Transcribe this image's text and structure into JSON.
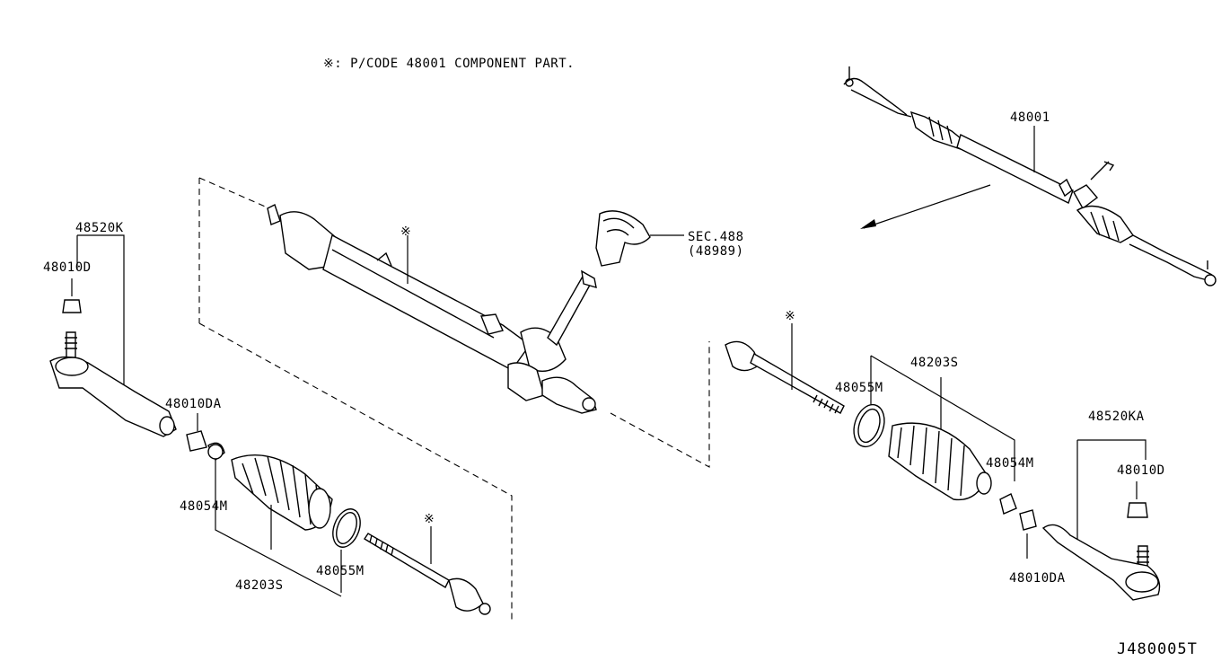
{
  "note": "※: P/CODE 48001 COMPONENT PART.",
  "diagram_code": "J480005T",
  "marker": "※",
  "labels": {
    "assembly": "48001",
    "sec": "SEC.488",
    "sec_sub": "(48989)",
    "left_tie_rod_end": "48520K",
    "left_bolt": "48010D",
    "left_nut": "48010DA",
    "left_clamp": "48054M",
    "left_boot": "48203S",
    "left_ring": "48055M",
    "right_tie_rod_end": "48520KA",
    "right_bolt": "48010D",
    "right_nut": "48010DA",
    "right_clamp": "48054M",
    "right_boot": "48203S",
    "right_ring": "48055M"
  }
}
